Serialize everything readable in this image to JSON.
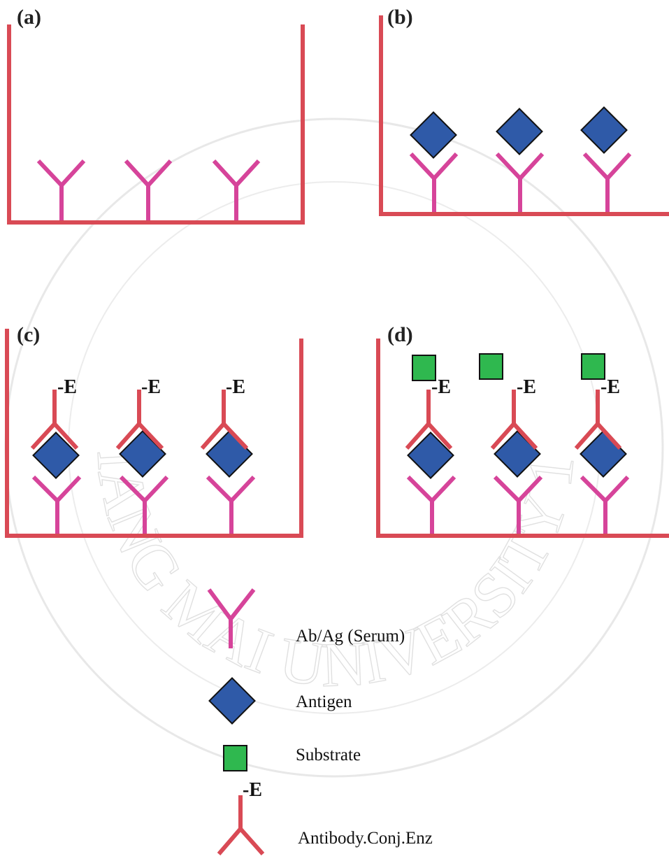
{
  "panels": {
    "a": {
      "label": "(a)"
    },
    "b": {
      "label": "(b)"
    },
    "c": {
      "label": "(c)"
    },
    "d": {
      "label": "(d)"
    }
  },
  "enzyme_tag": "-E",
  "legend": {
    "serum": "Ab/Ag (Serum)",
    "antigen": "Antigen",
    "substrate": "Substrate",
    "conjugate_tag": "-E",
    "conjugate": "Antibody.Conj.Enz"
  },
  "watermark": {
    "text": "CHIANG MAI UNIVERSITY 1964"
  },
  "colors": {
    "well": "#d94a55",
    "capture_antibody": "#d6449a",
    "antigen_fill": "#2f5aa8",
    "substrate_fill": "#2fb84f",
    "conjugate_antibody": "#d94a55",
    "watermark": "#cfcfcf"
  }
}
